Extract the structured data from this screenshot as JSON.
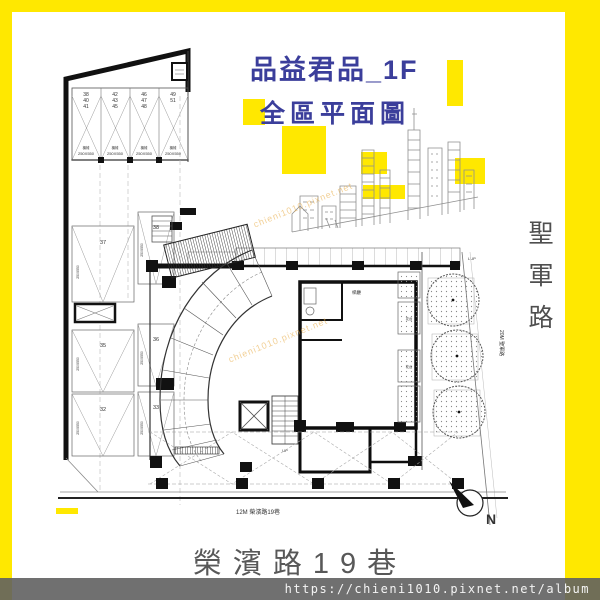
{
  "frame": {
    "yellow": "#ffe800",
    "footer_bar": "#6b6b6b"
  },
  "header": {
    "title_line1": "品益君品_1F",
    "title_line2": "全區平面圖",
    "title_color": "#3b3e9b"
  },
  "footer": {
    "url": "https://chieni1010.pixnet.net/album"
  },
  "watermark_text": "chieni1010.pixnet.net",
  "roads": {
    "right_name": "聖軍路",
    "right_width_note": "20M 聖軍路",
    "bottom_name": "榮濱路19巷",
    "bottom_note": "12M 榮濱路19巷"
  },
  "compass_label": "N",
  "plan": {
    "lup_label": "LUP",
    "lobby_label": "梯廳",
    "planter_label": "花台",
    "up_label": "UP",
    "moto_stalls": [
      {
        "n1": "38",
        "n2": "40",
        "n3": "41",
        "type": "機械",
        "size": "250X550"
      },
      {
        "n1": "42",
        "n2": "43",
        "n3": "45",
        "type": "機械",
        "size": "250X550"
      },
      {
        "n1": "46",
        "n2": "47",
        "n3": "48",
        "type": "機械",
        "size": "250X550"
      },
      {
        "n1": "49",
        "n2": "51",
        "n3": "",
        "type": "機械",
        "size": "250X550"
      }
    ],
    "outer_stalls": [
      {
        "no": "37",
        "size": "250X550"
      },
      {
        "no": "35",
        "size": "250X550"
      },
      {
        "no": "32",
        "size": "250X550"
      }
    ],
    "inner_stalls": [
      {
        "no": "38",
        "size": "250X550"
      },
      {
        "no": "36",
        "size": "250X550"
      },
      {
        "no": "33",
        "size": "250X550"
      }
    ]
  }
}
